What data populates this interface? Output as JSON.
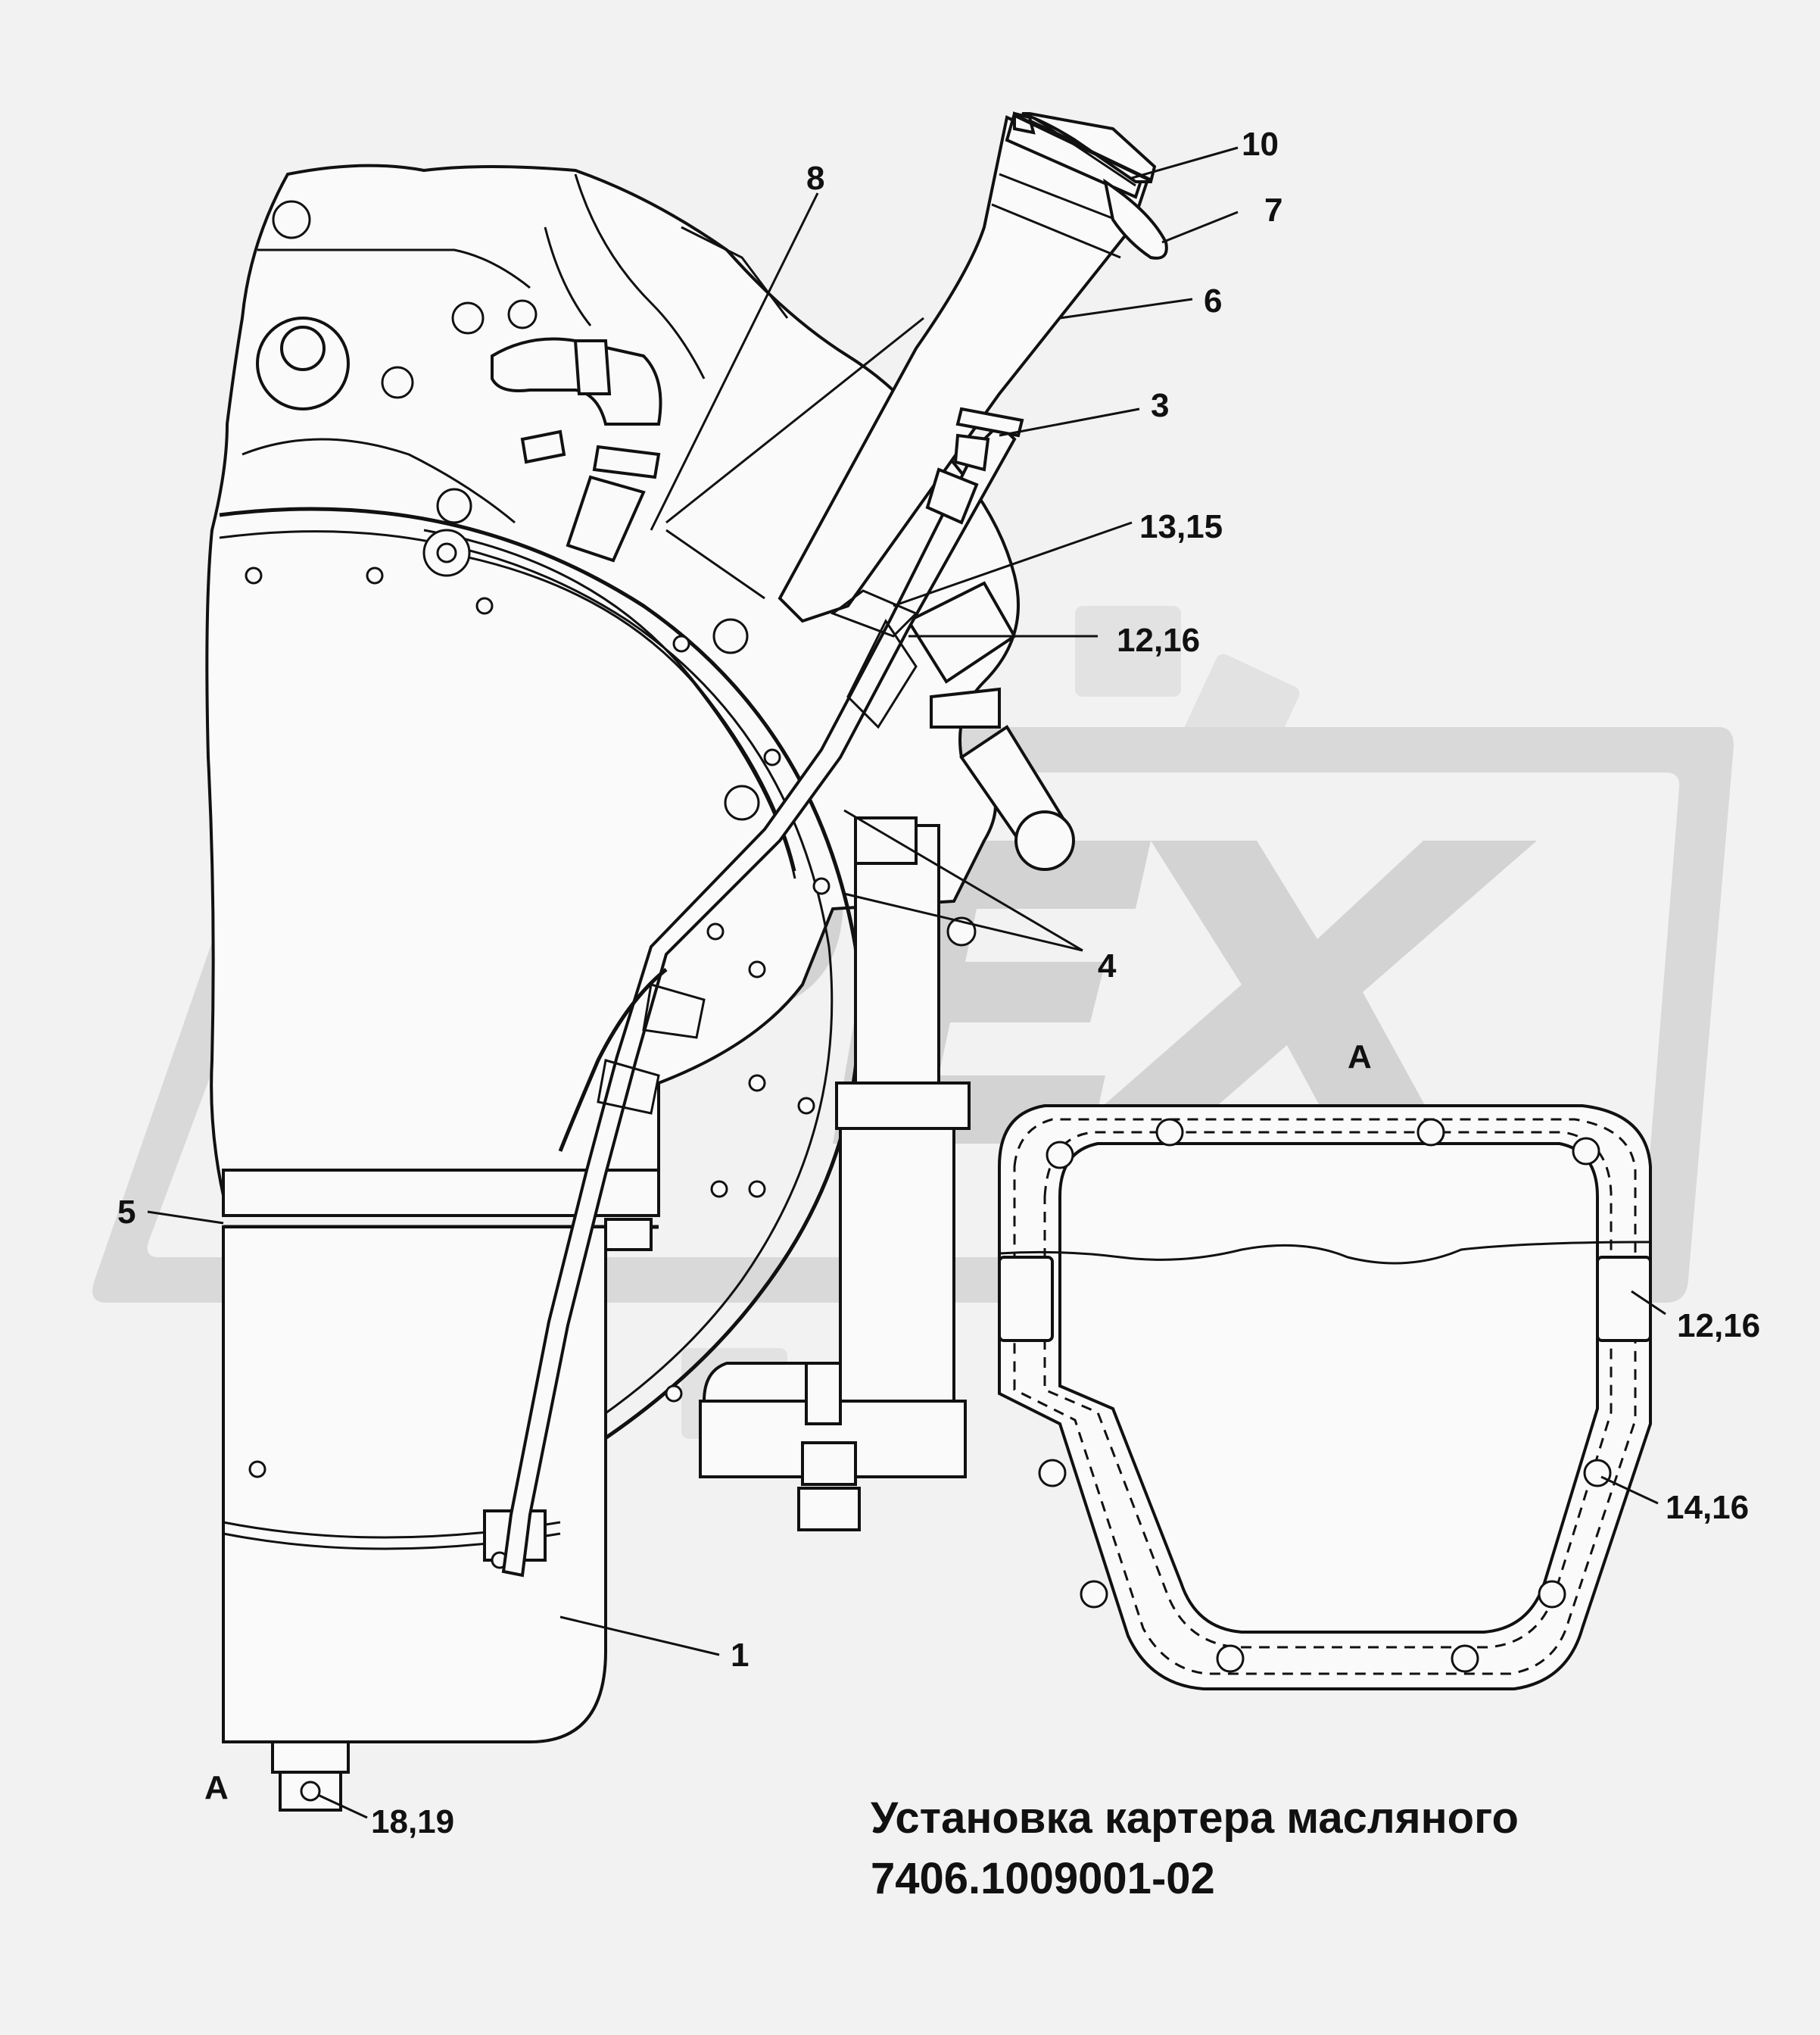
{
  "title": {
    "line1": "Установка картера масляного",
    "line2": "7406.1009001-02"
  },
  "watermark": {
    "text": "OPEX",
    "color": "#d6d6d6"
  },
  "view_labels": {
    "view_a_main": "A",
    "view_a_detail": "A"
  },
  "callouts": {
    "c10": "10",
    "c7": "7",
    "c6": "6",
    "c8": "8",
    "c3": "3",
    "c13_15": "13,15",
    "c12_16_top": "12,16",
    "c4": "4",
    "c5": "5",
    "c1": "1",
    "c18_19": "18,19",
    "c12_16_detail": "12,16",
    "c14_16": "14,16"
  }
}
